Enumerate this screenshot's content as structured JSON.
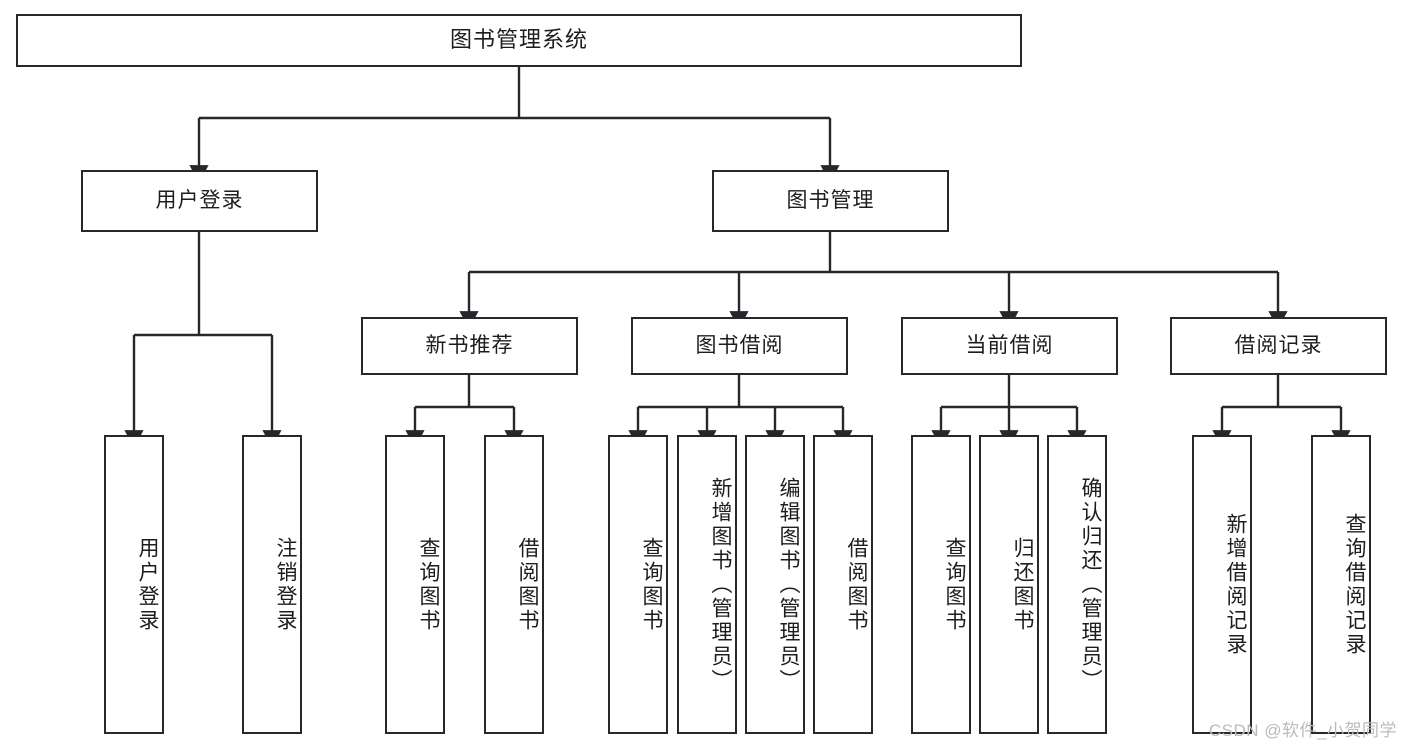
{
  "diagram": {
    "title": "图书管理系统",
    "type": "tree-hierarchy",
    "stroke_color": "#26282b",
    "fill_color": "#ffffff",
    "text_color": "#1b1d1f",
    "watermark": "CSDN @软件_小贺同学",
    "nodes": {
      "root": {
        "label": "图书管理系统"
      },
      "level1": [
        {
          "id": "user-login",
          "label": "用户登录"
        },
        {
          "id": "book-management",
          "label": "图书管理"
        }
      ],
      "level2": [
        {
          "id": "new-book-recommend",
          "label": "新书推荐"
        },
        {
          "id": "book-borrow",
          "label": "图书借阅"
        },
        {
          "id": "current-borrow",
          "label": "当前借阅"
        },
        {
          "id": "borrow-record",
          "label": "借阅记录"
        }
      ],
      "leaves": {
        "user_login": [
          {
            "id": "leaf-user-login",
            "label": "用户登录"
          },
          {
            "id": "leaf-logout-login",
            "label": "注销登录"
          }
        ],
        "new_book_recommend": [
          {
            "id": "leaf-query-book-1",
            "label": "查询图书"
          },
          {
            "id": "leaf-borrow-book-1",
            "label": "借阅图书"
          }
        ],
        "book_borrow": [
          {
            "id": "leaf-query-book-2",
            "label": "查询图书"
          },
          {
            "id": "leaf-add-book",
            "label": "新增图书（管理员）"
          },
          {
            "id": "leaf-edit-book",
            "label": "编辑图书（管理员）"
          },
          {
            "id": "leaf-borrow-book-2",
            "label": "借阅图书"
          }
        ],
        "current_borrow": [
          {
            "id": "leaf-query-book-3",
            "label": "查询图书"
          },
          {
            "id": "leaf-return-book",
            "label": "归还图书"
          },
          {
            "id": "leaf-confirm-return",
            "label": "确认归还（管理员）"
          }
        ],
        "borrow_record": [
          {
            "id": "leaf-add-borrow-record",
            "label": "新增借阅记录"
          },
          {
            "id": "leaf-query-borrow-record",
            "label": "查询借阅记录"
          }
        ]
      }
    }
  }
}
